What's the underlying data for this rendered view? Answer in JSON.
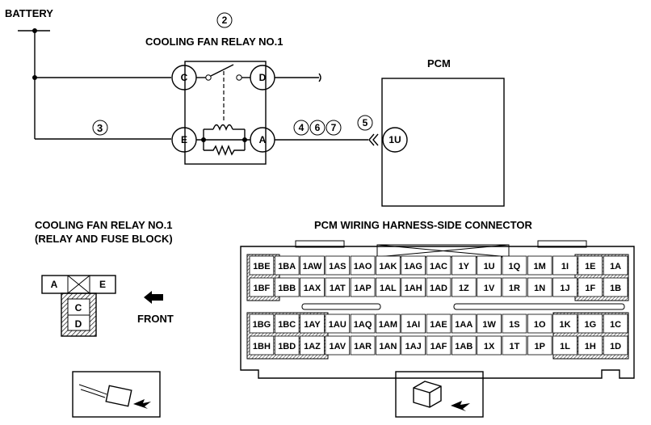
{
  "labels": {
    "battery": "BATTERY",
    "relay_title": "COOLING FAN RELAY NO.1",
    "relay_number": "2",
    "wire_3": "3",
    "splices": [
      "4",
      "6",
      "7"
    ],
    "pcm": "PCM",
    "conn_5": "5",
    "pcm_pin": "1U",
    "relay_block_line1": "COOLING FAN RELAY NO.1",
    "relay_block_line2": "(RELAY AND FUSE BLOCK)",
    "front": "FRONT",
    "harness_title": "PCM WIRING HARNESS-SIDE CONNECTOR"
  },
  "relay_terminals": {
    "C": "C",
    "D": "D",
    "E": "E",
    "A": "A"
  },
  "relay_connector": {
    "a": "A",
    "e": "E",
    "c": "C",
    "d": "D"
  },
  "connector_rows": [
    [
      "1BE",
      "1BA",
      "1AW",
      "1AS",
      "1AO",
      "1AK",
      "1AG",
      "1AC",
      "1Y",
      "1U",
      "1Q",
      "1M",
      "1I",
      "1E",
      "1A"
    ],
    [
      "1BF",
      "1BB",
      "1AX",
      "1AT",
      "1AP",
      "1AL",
      "1AH",
      "1AD",
      "1Z",
      "1V",
      "1R",
      "1N",
      "1J",
      "1F",
      "1B"
    ],
    [
      "1BG",
      "1BC",
      "1AY",
      "1AU",
      "1AQ",
      "1AM",
      "1AI",
      "1AE",
      "1AA",
      "1W",
      "1S",
      "1O",
      "1K",
      "1G",
      "1C"
    ],
    [
      "1BH",
      "1BD",
      "1AZ",
      "1AV",
      "1AR",
      "1AN",
      "1AJ",
      "1AF",
      "1AB",
      "1X",
      "1T",
      "1P",
      "1L",
      "1H",
      "1D"
    ]
  ]
}
